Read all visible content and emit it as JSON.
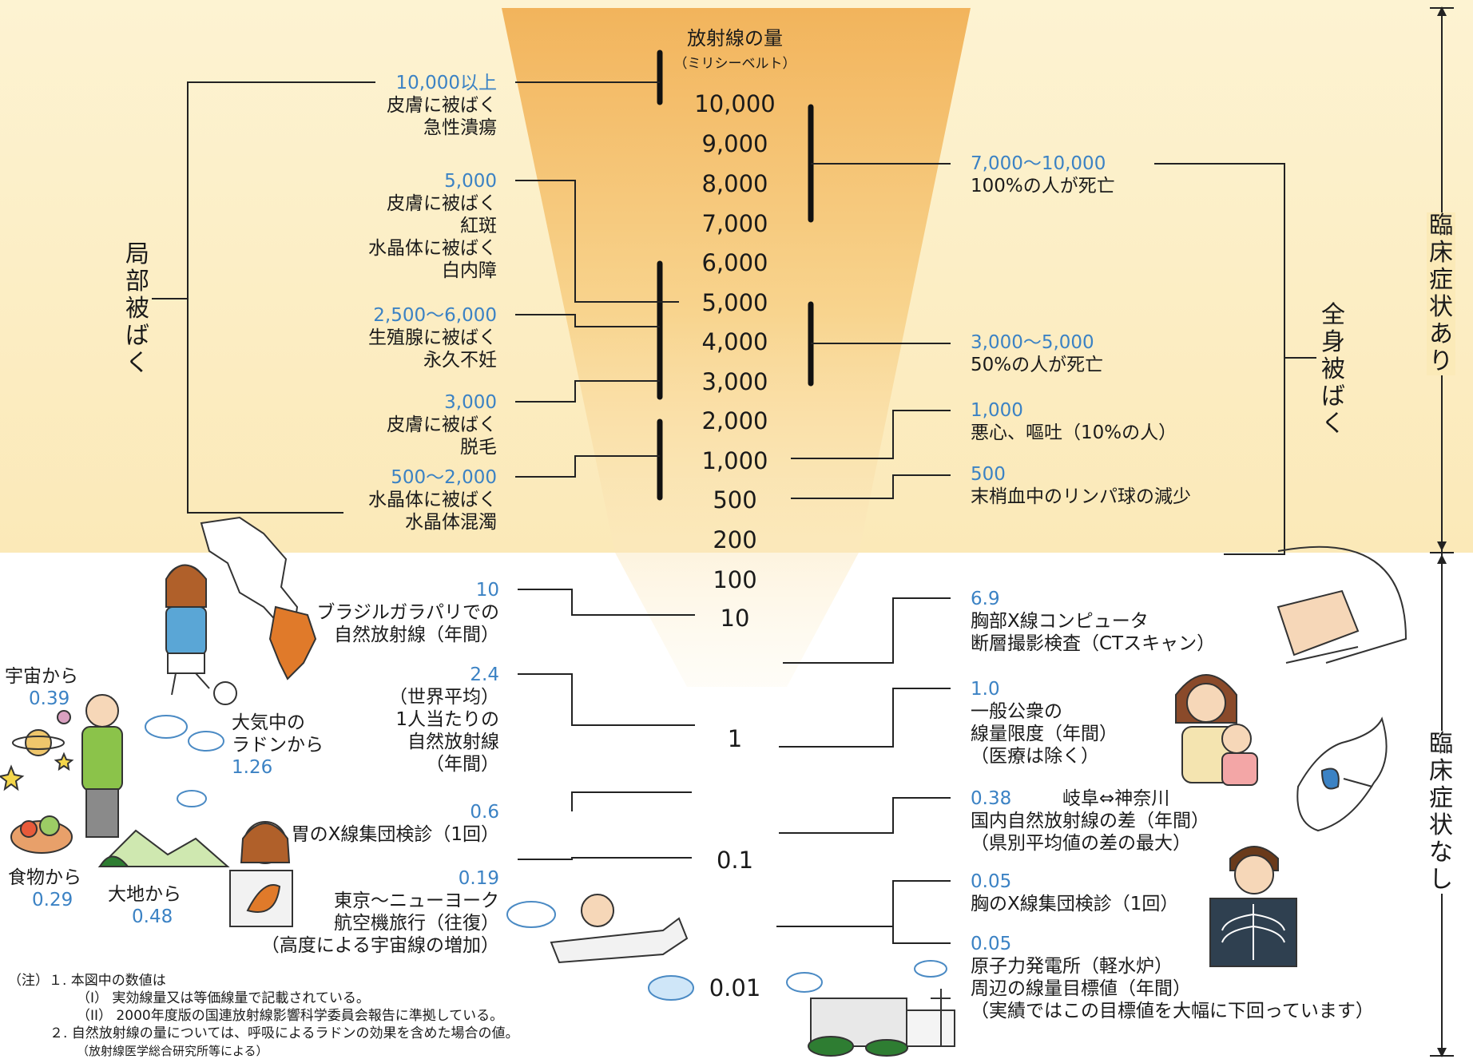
{
  "scale": {
    "title": "放射線の量",
    "unit": "（ミリシーベルト）",
    "ticks": [
      "10,000",
      "9,000",
      "8,000",
      "7,000",
      "6,000",
      "5,000",
      "4,000",
      "3,000",
      "2,000",
      "1,000",
      "500",
      "200",
      "100",
      "10",
      "1",
      "0.1",
      "0.01"
    ]
  },
  "side_labels": {
    "local": "局部被ばく",
    "whole_body": "全身被ばく",
    "symptoms_yes": "臨床症状あり",
    "symptoms_no": "臨床症状なし"
  },
  "left_high": [
    {
      "value": "10,000以上",
      "lines": [
        "皮膚に被ばく",
        "急性潰瘍"
      ]
    },
    {
      "value": "5,000",
      "lines": [
        "皮膚に被ばく",
        "紅斑",
        "水晶体に被ばく",
        "白内障"
      ]
    },
    {
      "value": "2,500〜6,000",
      "lines": [
        "生殖腺に被ばく",
        "永久不妊"
      ]
    },
    {
      "value": "3,000",
      "lines": [
        "皮膚に被ばく",
        "脱毛"
      ]
    },
    {
      "value": "500〜2,000",
      "lines": [
        "水晶体に被ばく",
        "水晶体混濁"
      ]
    }
  ],
  "right_high": [
    {
      "value": "7,000〜10,000",
      "lines": [
        "100%の人が死亡"
      ]
    },
    {
      "value": "3,000〜5,000",
      "lines": [
        "50%の人が死亡"
      ]
    },
    {
      "value": "1,000",
      "lines": [
        "悪心、嘔吐（10%の人）"
      ]
    },
    {
      "value": "500",
      "lines": [
        "末梢血中のリンパ球の減少"
      ]
    }
  ],
  "left_low": [
    {
      "value": "10",
      "lines": [
        "ブラジルガラパリでの",
        "自然放射線（年間）"
      ]
    },
    {
      "value": "2.4",
      "lines": [
        "（世界平均）",
        "1人当たりの",
        "自然放射線",
        "（年間）"
      ]
    },
    {
      "value": "0.6",
      "lines": [
        "胃のX線集団検診（1回）"
      ]
    },
    {
      "value": "0.19",
      "lines": [
        "東京〜ニューヨーク",
        "航空機旅行（往復）",
        "（高度による宇宙線の増加）"
      ]
    }
  ],
  "right_low": [
    {
      "value": "6.9",
      "lines": [
        "胸部X線コンピュータ",
        "断層撮影検査（CTスキャン）"
      ]
    },
    {
      "value": "1.0",
      "lines": [
        "一般公衆の",
        "線量限度（年間）",
        "（医療は除く）"
      ]
    },
    {
      "value": "0.38",
      "extra": "岐阜⇔神奈川",
      "lines": [
        "国内自然放射線の差（年間）",
        "（県別平均値の差の最大）"
      ]
    },
    {
      "value": "0.05",
      "lines": [
        "胸のX線集団検診（1回）"
      ]
    },
    {
      "value": "0.05",
      "lines": [
        "原子力発電所（軽水炉）",
        "周辺の線量目標値（年間）",
        "（実績ではこの目標値を大幅に下回っています）"
      ]
    }
  ],
  "natural_sources": {
    "space": {
      "label": "宇宙から",
      "value": "0.39"
    },
    "radon": {
      "label1": "大気中の",
      "label2": "ラドンから",
      "value": "1.26"
    },
    "food": {
      "label": "食物から",
      "value": "0.29"
    },
    "ground": {
      "label": "大地から",
      "value": "0.48"
    }
  },
  "notes": [
    "（注）１. 本図中の数値は",
    "（I） 実効線量又は等価線量で記載されている。",
    "（II） 2000年度版の国連放射線影響科学委員会報告に準拠している。",
    "２. 自然放射線の量については、呼吸によるラドンの効果を含めた場合の値。",
    "（放射線医学総合研究所等による）"
  ],
  "colors": {
    "value_blue": "#3b82c4",
    "band": "#fdf0c4",
    "beam_top": "#f3b75a",
    "map_orange": "#e07a2a"
  }
}
